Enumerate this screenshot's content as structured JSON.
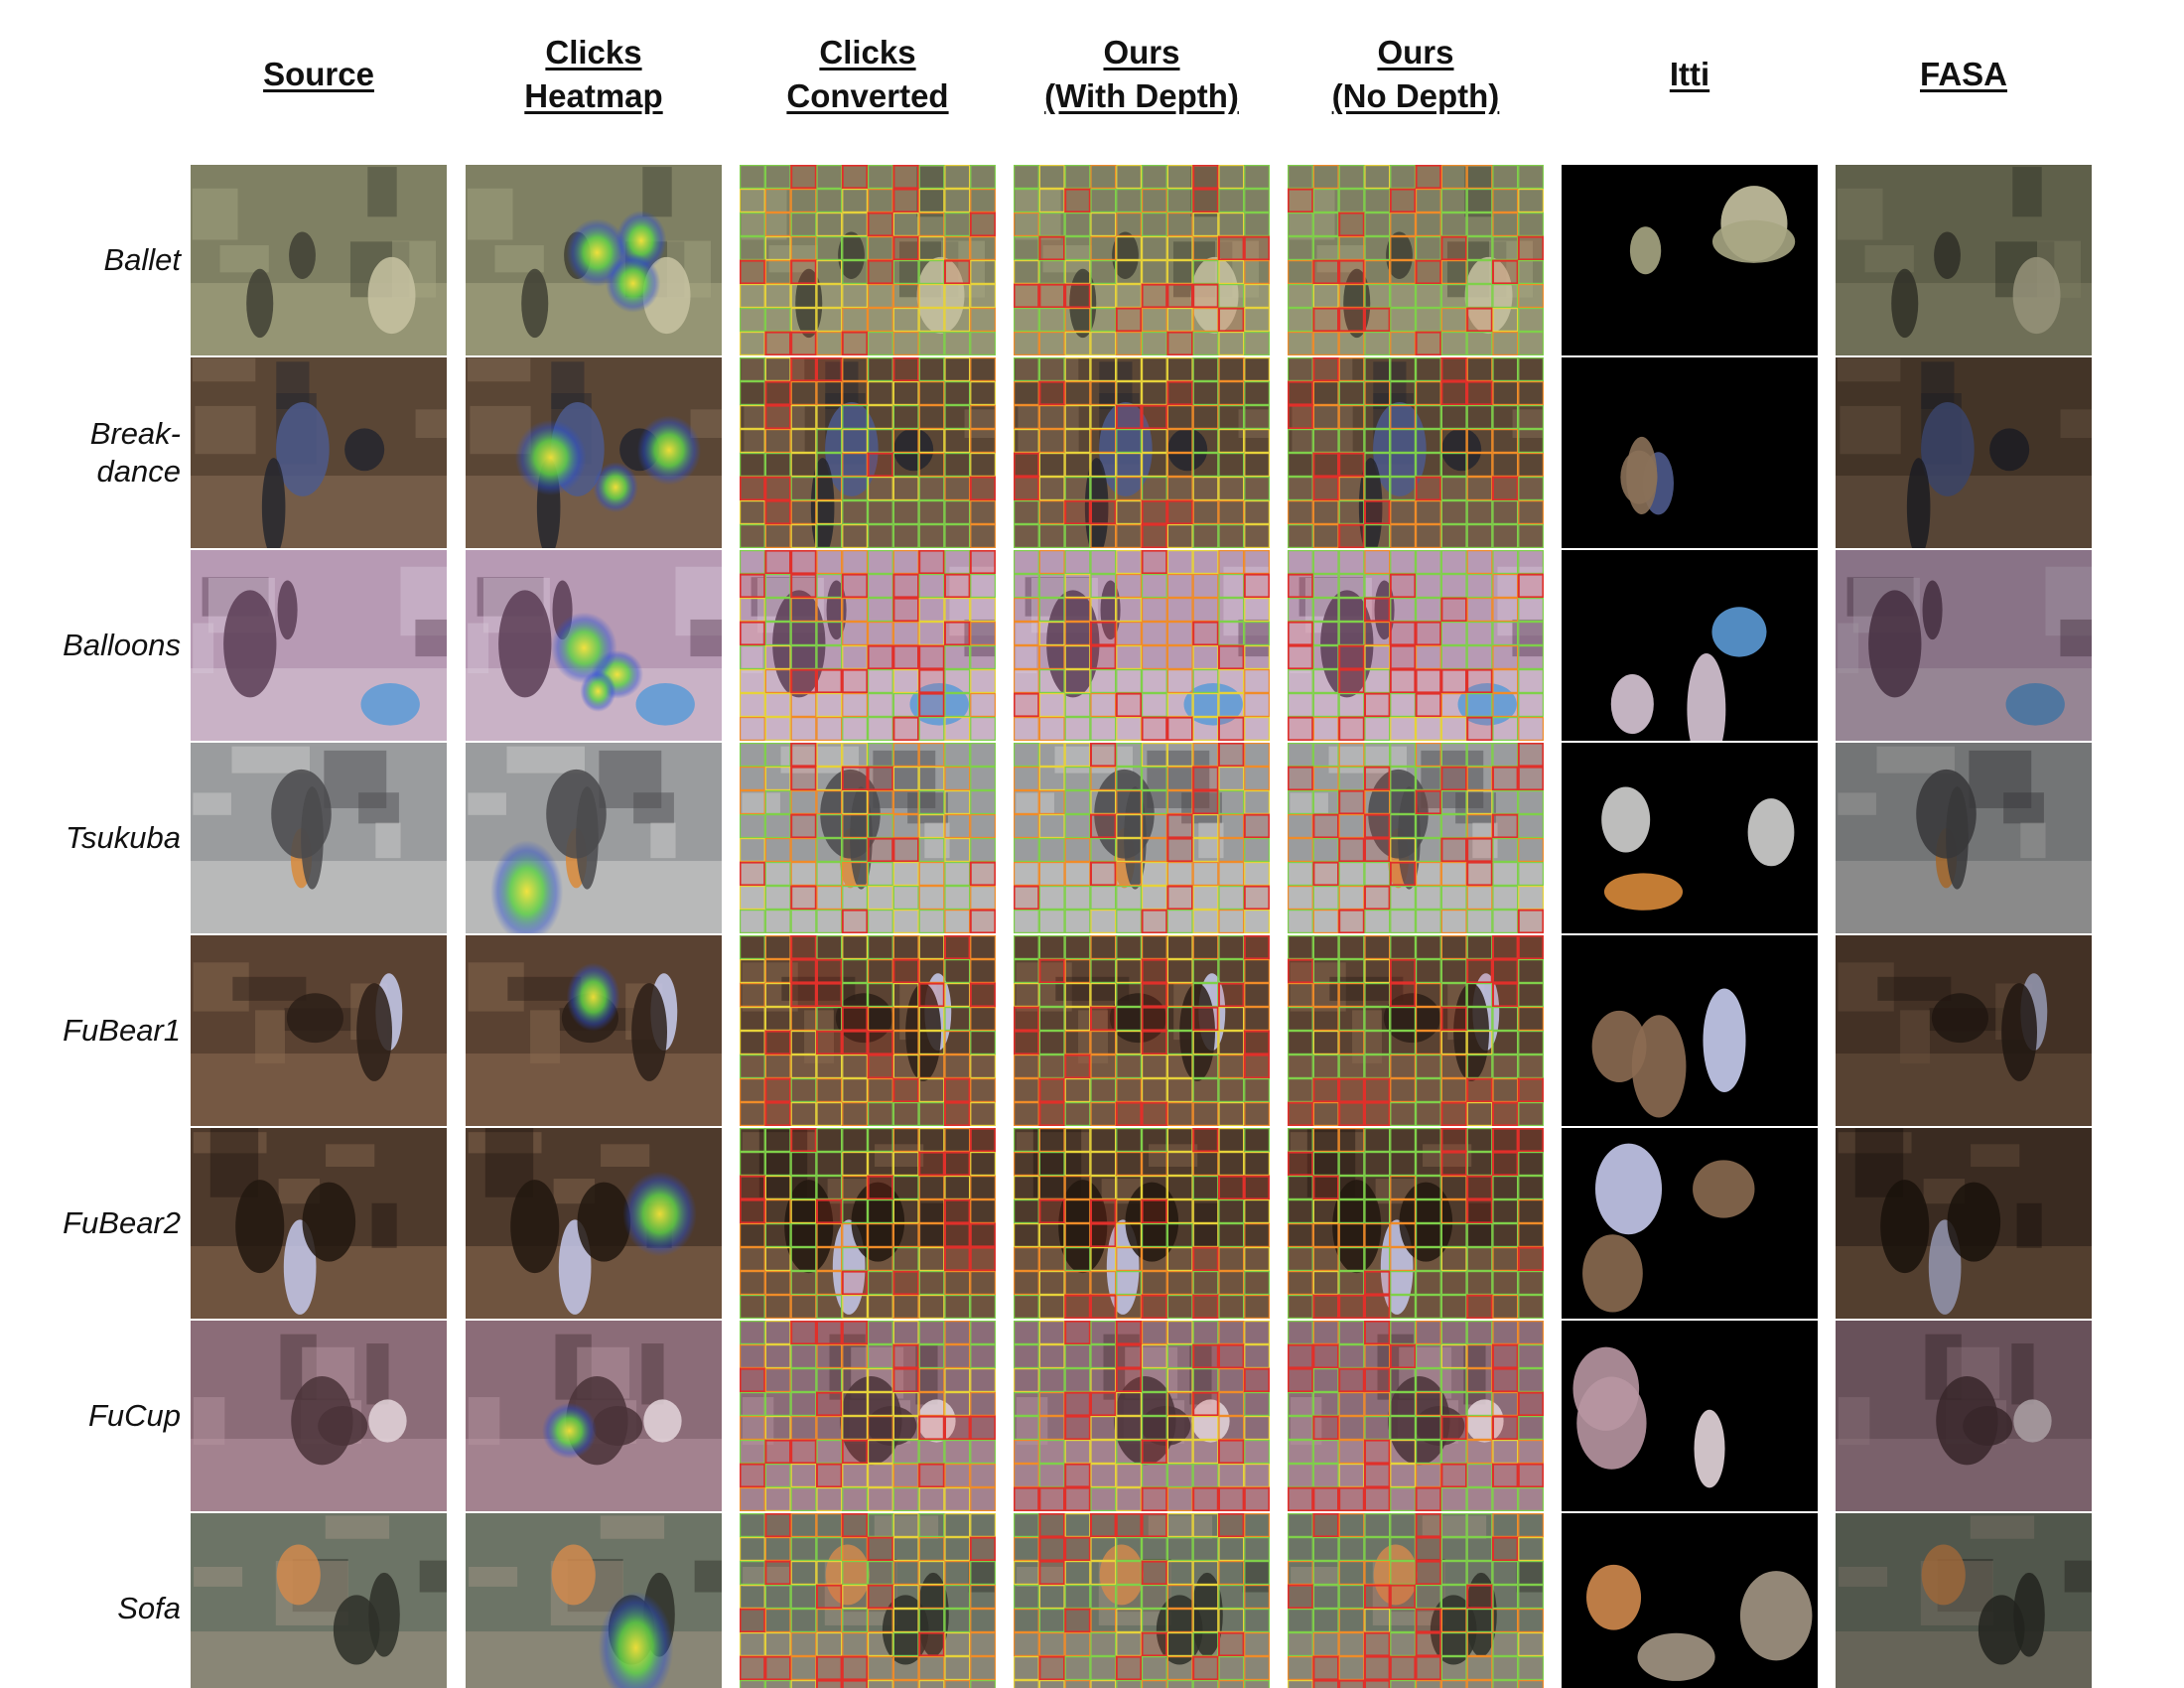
{
  "figure": {
    "columns": [
      {
        "key": "source",
        "lines": [
          "Source"
        ]
      },
      {
        "key": "clicks_heatmap",
        "lines": [
          "Clicks",
          "Heatmap"
        ]
      },
      {
        "key": "clicks_converted",
        "lines": [
          "Clicks",
          "Converted"
        ]
      },
      {
        "key": "ours_depth",
        "lines": [
          "Ours",
          "(With Depth)"
        ]
      },
      {
        "key": "ours_nodepth",
        "lines": [
          "Ours",
          "(No Depth)"
        ]
      },
      {
        "key": "itti",
        "lines": [
          "Itti"
        ]
      },
      {
        "key": "fasa",
        "lines": [
          "FASA"
        ]
      }
    ],
    "rows": [
      {
        "key": "ballet",
        "lines": [
          "Ballet"
        ],
        "palette": {
          "bg": "#7f8063",
          "mid": "#a7a683",
          "dark": "#3f4034",
          "accent": "#c8c3a2"
        }
      },
      {
        "key": "breakdance",
        "lines": [
          "Break-",
          "dance"
        ],
        "palette": {
          "bg": "#5a4635",
          "mid": "#8a7058",
          "dark": "#24262e",
          "accent": "#4e5a8c"
        }
      },
      {
        "key": "balloons",
        "lines": [
          "Balloons"
        ],
        "palette": {
          "bg": "#b79ab4",
          "mid": "#d8c6d6",
          "dark": "#5a3d55",
          "accent": "#5b9ad6"
        }
      },
      {
        "key": "tsukuba",
        "lines": [
          "Tsukuba"
        ],
        "palette": {
          "bg": "#9a9c9e",
          "mid": "#d2d2d0",
          "dark": "#4a4a4c",
          "accent": "#d88a3a"
        }
      },
      {
        "key": "fubear1",
        "lines": [
          "FuBear1"
        ],
        "palette": {
          "bg": "#5a4232",
          "mid": "#8c6c52",
          "dark": "#2c1f18",
          "accent": "#c8cdf0"
        }
      },
      {
        "key": "fubear2",
        "lines": [
          "FuBear2"
        ],
        "palette": {
          "bg": "#4e3a2c",
          "mid": "#8a6a50",
          "dark": "#22170f",
          "accent": "#c5c9ec"
        }
      },
      {
        "key": "fucup",
        "lines": [
          "FuCup"
        ],
        "palette": {
          "bg": "#8b6c78",
          "mid": "#b896a2",
          "dark": "#4a3238",
          "accent": "#e4d6dc"
        }
      },
      {
        "key": "sofa",
        "lines": [
          "Sofa"
        ],
        "palette": {
          "bg": "#6c7466",
          "mid": "#a39684",
          "dark": "#2e3029",
          "accent": "#d08a4e"
        }
      }
    ]
  }
}
